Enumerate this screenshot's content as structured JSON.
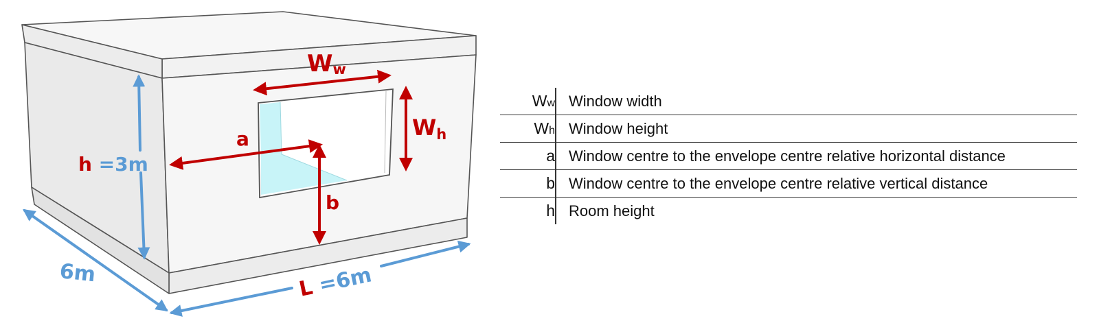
{
  "diagram": {
    "labels": {
      "window_width_main": "W",
      "window_width_sub": "w",
      "window_height_main": "W",
      "window_height_sub": "h",
      "a": "a",
      "b": "b",
      "room_height_letter": "h",
      "room_height_value": " =3m",
      "depth": "6m",
      "length_letter": "L",
      "length_value": " =6m"
    },
    "colors": {
      "red": "#c00000",
      "blue": "#5b9bd5",
      "glass": "#c8f4f8",
      "edge": "#555555"
    }
  },
  "legend": {
    "rows": [
      {
        "symbol": "W",
        "sub": "w",
        "desc": "Window width"
      },
      {
        "symbol": "W",
        "sub": "h",
        "desc": "Window height"
      },
      {
        "symbol": "a",
        "sub": "",
        "desc": "Window centre to the envelope centre relative horizontal distance"
      },
      {
        "symbol": "b",
        "sub": "",
        "desc": "Window centre to the envelope centre relative vertical distance"
      },
      {
        "symbol": "h",
        "sub": "",
        "desc": "Room height"
      }
    ]
  }
}
